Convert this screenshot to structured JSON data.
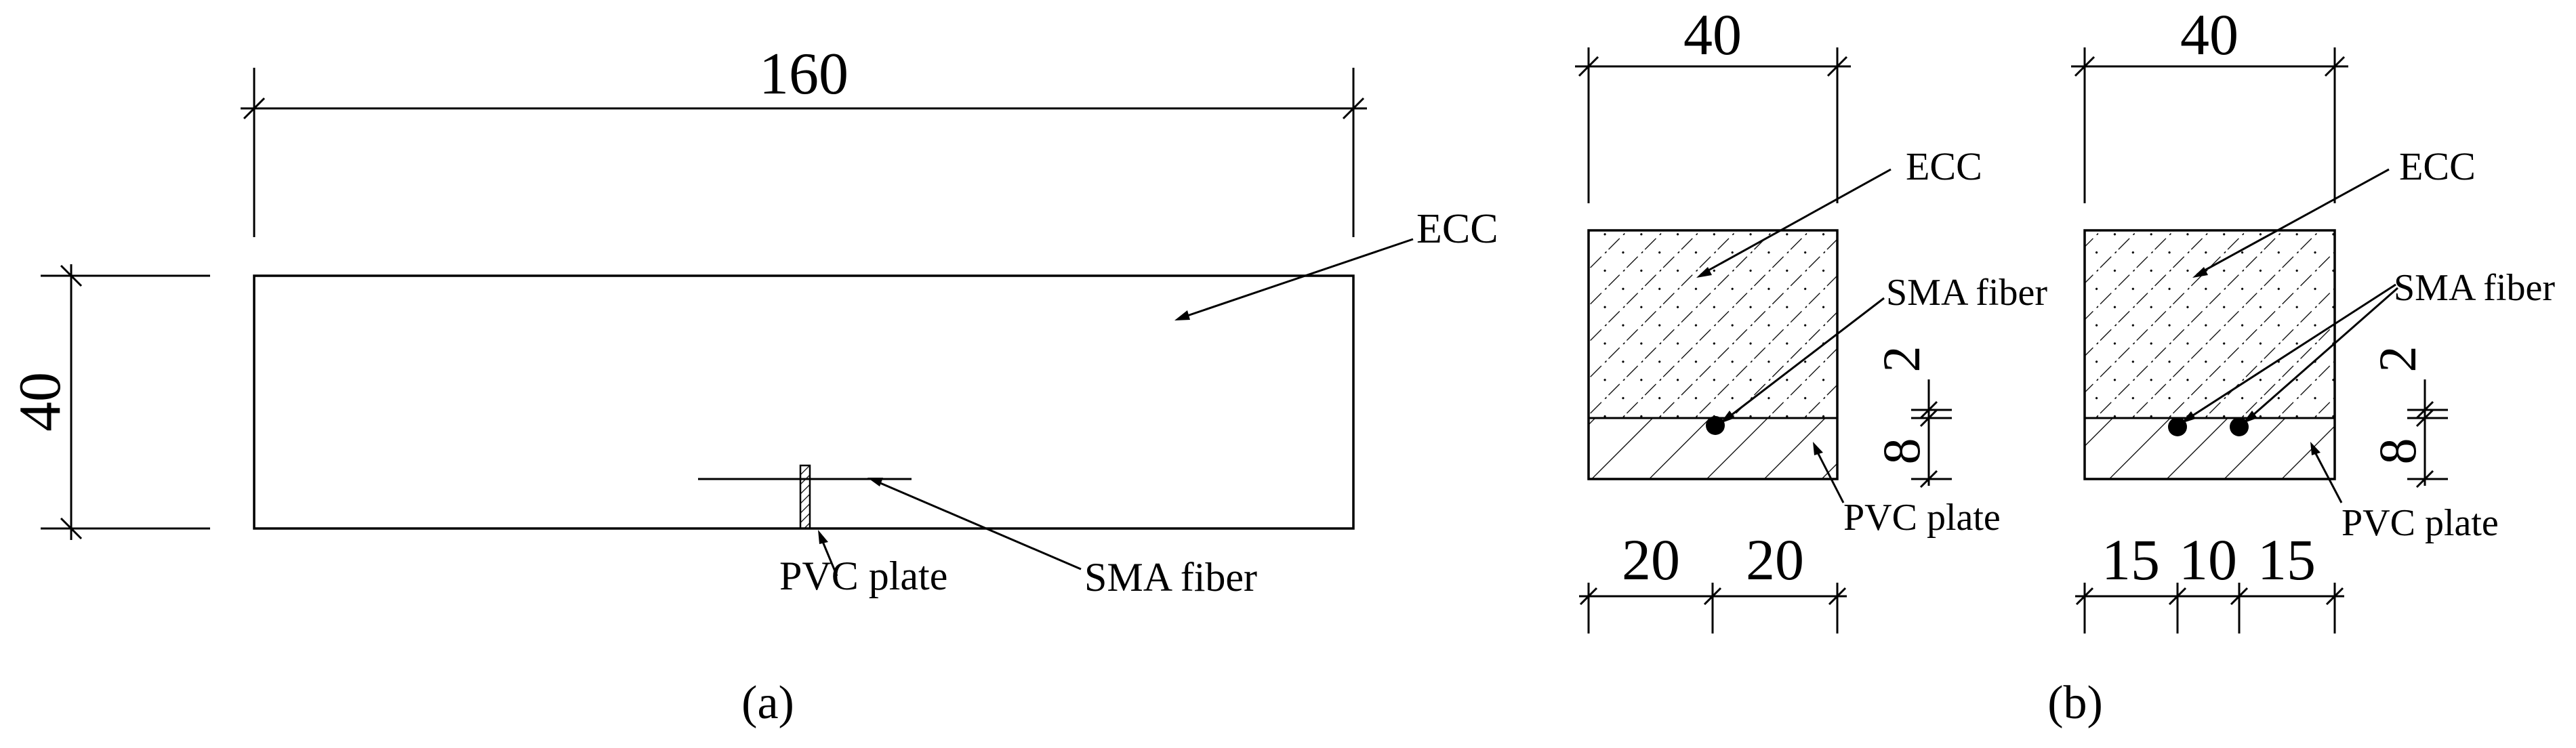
{
  "panel_a": {
    "dim_length": "160",
    "dim_height": "40",
    "label_ecc": "ECC",
    "label_pvc": "PVC plate",
    "label_sma": "SMA fiber",
    "caption": "(a)"
  },
  "panel_b1": {
    "dim_width": "40",
    "label_ecc": "ECC",
    "label_sma": "SMA fiber",
    "label_pvc": "PVC plate",
    "dim_small_2": "2",
    "dim_small_8": "8",
    "dim_bottom_left": "20",
    "dim_bottom_right": "20"
  },
  "panel_b2": {
    "dim_width": "40",
    "label_ecc": "ECC",
    "label_sma": "SMA fiber",
    "label_pvc": "PVC plate",
    "dim_small_2": "2",
    "dim_small_8": "8",
    "dim_bottom_left": "15",
    "dim_bottom_mid": "10",
    "dim_bottom_right": "15"
  },
  "caption_b": "(b)"
}
